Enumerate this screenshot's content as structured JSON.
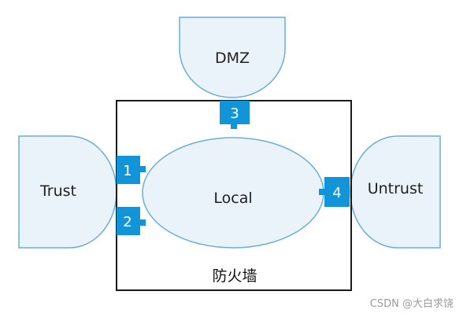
{
  "zones": {
    "dmz": "DMZ",
    "trust": "Trust",
    "untrust": "Untrust",
    "local": "Local"
  },
  "firewall": {
    "label": "防火墙"
  },
  "ports": {
    "p1": "1",
    "p2": "2",
    "p3": "3",
    "p4": "4"
  },
  "watermark": "CSDN @大白求饶",
  "colors": {
    "zone_fill": "#eaf3fa",
    "zone_stroke": "#6aaed8",
    "port_fill": "#1295d8",
    "firewall_stroke": "#1a1a1a"
  }
}
